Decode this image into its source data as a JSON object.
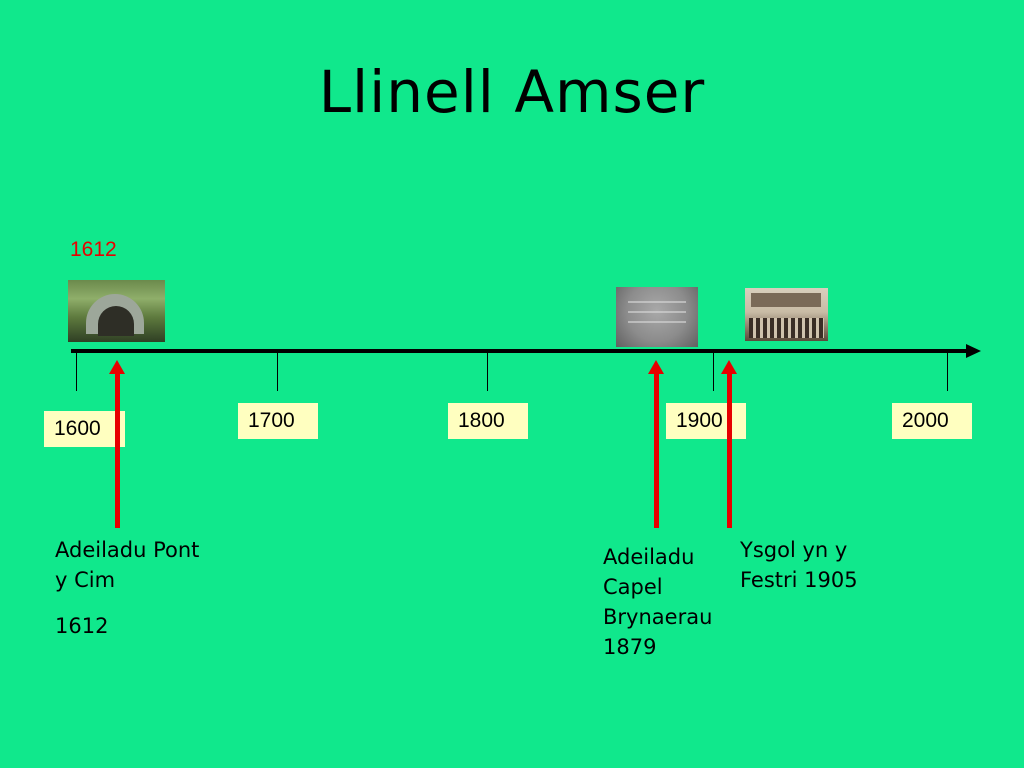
{
  "title": "Llinell Amser",
  "highlight_year": "1612",
  "axis": {
    "ticks": [
      "1600",
      "1700",
      "1800",
      "1900",
      "2000"
    ]
  },
  "events": [
    {
      "lines": [
        "Adeiladu Pont",
        "y Cim"
      ],
      "year_line": "1612",
      "photo": "bridge-photo"
    },
    {
      "lines": [
        "Adeiladu",
        "Capel",
        "Brynaerau",
        "1879"
      ],
      "photo": "chapel-plaque-photo"
    },
    {
      "lines": [
        "Ysgol yn y",
        "Festri 1905"
      ],
      "photo": "school-photo"
    }
  ],
  "colors": {
    "background": "#10e88c",
    "highlight_year": "#e80000",
    "arrow": "#e80000",
    "year_box": "#ffffc0"
  }
}
